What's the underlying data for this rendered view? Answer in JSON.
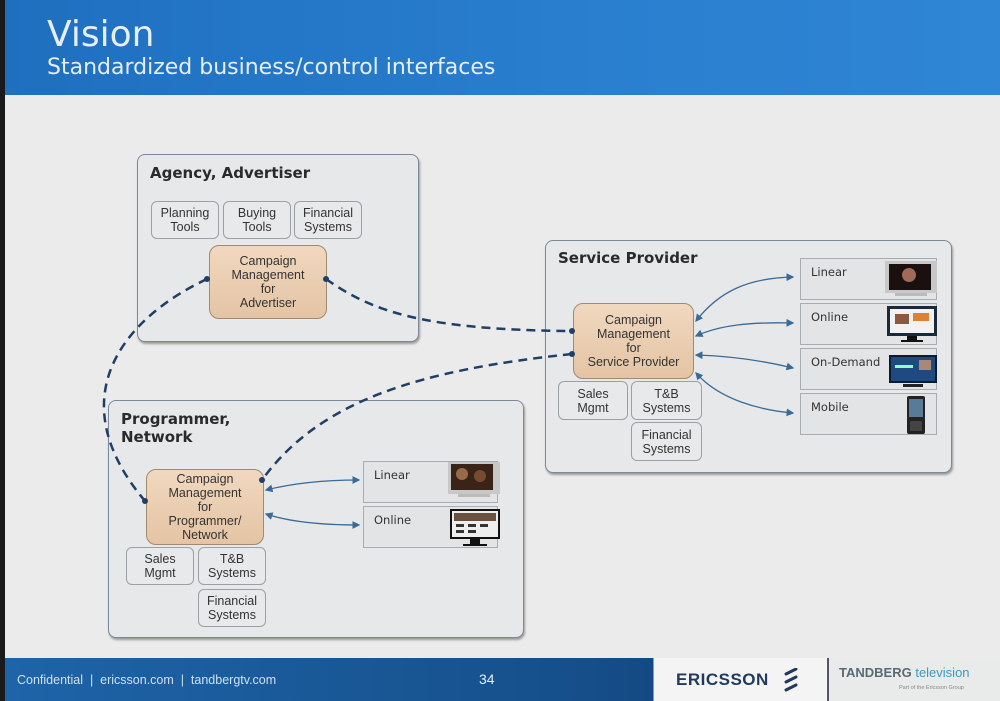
{
  "header": {
    "title": "Vision",
    "subtitle": "Standardized business/control interfaces"
  },
  "groups": {
    "agency": {
      "title": "Agency, Advertiser",
      "tools": [
        {
          "line1": "Planning",
          "line2": "Tools"
        },
        {
          "line1": "Buying",
          "line2": "Tools"
        },
        {
          "line1": "Financial",
          "line2": "Systems"
        }
      ],
      "campaign": [
        "Campaign",
        "Management",
        "for",
        "Advertiser"
      ]
    },
    "service_provider": {
      "title": "Service Provider",
      "campaign": [
        "Campaign",
        "Management",
        "for",
        "Service Provider"
      ],
      "systems": [
        {
          "line1": "Sales",
          "line2": "Mgmt"
        },
        {
          "line1": "T&B",
          "line2": "Systems"
        },
        {
          "line1": "Financial",
          "line2": "Systems"
        }
      ],
      "channels": [
        {
          "label": "Linear",
          "device": "tv-icon"
        },
        {
          "label": "Online",
          "device": "monitor-icon"
        },
        {
          "label": "On-Demand",
          "device": "flat-tv-icon"
        },
        {
          "label": "Mobile",
          "device": "mobile-phone-icon"
        }
      ]
    },
    "programmer": {
      "title_line1": "Programmer,",
      "title_line2": "Network",
      "campaign": [
        "Campaign",
        "Management",
        "for",
        "Programmer/",
        "Network"
      ],
      "systems": [
        {
          "line1": "Sales",
          "line2": "Mgmt"
        },
        {
          "line1": "T&B",
          "line2": "Systems"
        },
        {
          "line1": "Financial",
          "line2": "Systems"
        }
      ],
      "channels": [
        {
          "label": "Linear",
          "device": "tv-icon"
        },
        {
          "label": "Online",
          "device": "monitor-icon"
        }
      ]
    }
  },
  "footer": {
    "text": "Confidential  |  ericsson.com  |  tandbergtv.com",
    "page_number": "34",
    "ericsson_logo": "ERICSSON",
    "tandberg_bold": "TANDBERG",
    "tandberg_light": "television",
    "tandberg_sub": "Part of the Ericsson Group"
  },
  "colors": {
    "header_blue": "#2a7fcf",
    "connector_dark_blue": "#1f3f66",
    "arrow_blue": "#3a6a96",
    "campaign_fill": "#e8cbae"
  }
}
